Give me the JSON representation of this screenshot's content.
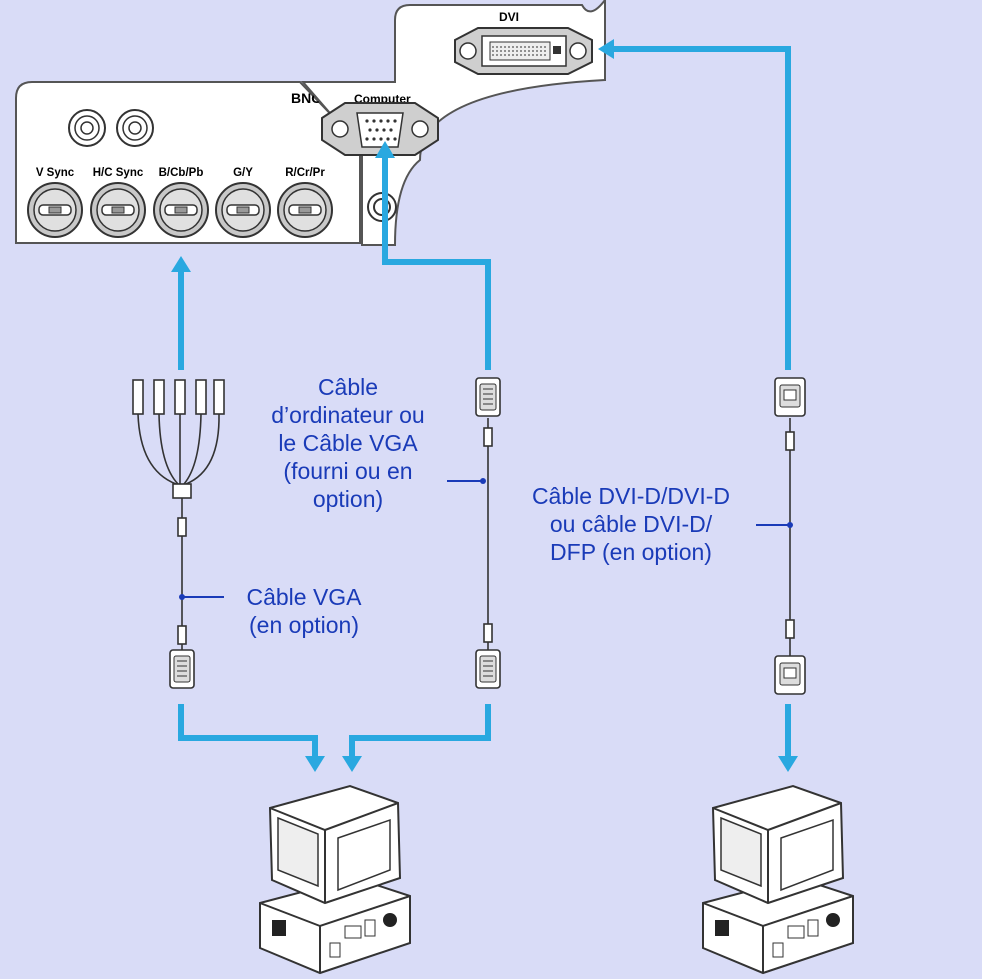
{
  "colors": {
    "background": "#d9dcf7",
    "arrow": "#29a8e0",
    "label": "#1a3bb8",
    "panel": "#ffffff",
    "outline": "#333333"
  },
  "panels": {
    "bnc": {
      "title": "BNC",
      "ports": [
        "V Sync",
        "H/C Sync",
        "B/Cb/Pb",
        "G/Y",
        "R/Cr/Pr"
      ]
    },
    "computer": {
      "title": "Computer"
    },
    "dvi": {
      "title": "DVI"
    }
  },
  "cables": {
    "vga_cable": {
      "lines": [
        "Câble VGA",
        "(en option)"
      ]
    },
    "computer_cable": {
      "lines": [
        "Câble",
        "d’ordinateur ou",
        "le Câble VGA",
        "(fourni ou en",
        "option)"
      ]
    },
    "dvi_cable": {
      "lines": [
        "Câble DVI-D/DVI-D",
        "ou câble DVI-D/",
        "DFP (en option)"
      ]
    }
  },
  "devices": [
    "computer-left",
    "computer-right"
  ]
}
